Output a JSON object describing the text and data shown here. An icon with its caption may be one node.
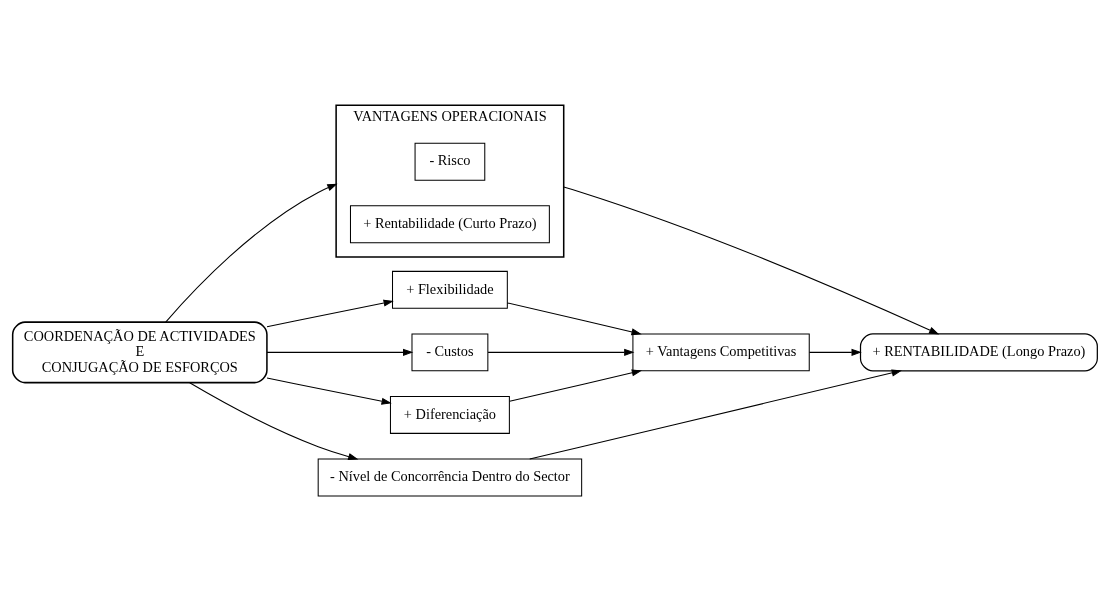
{
  "diagram": {
    "nodes": [
      {
        "text": [
          "COORDENAÇÃO DE ACTIVIDADES",
          "E",
          "CONJUGAÇÃO DE ESFORÇOS"
        ]
      },
      {
        "text": [
          "VANTAGENS OPERACIONAIS"
        ]
      },
      {
        "text": [
          "- Risco"
        ],
        "in": 1
      },
      {
        "text": [
          "+ Rentabilidade (Curto Prazo)"
        ],
        "in": 1
      },
      {
        "text": [
          "+ RENTABILIDADE (Longo Prazo)"
        ]
      },
      {
        "text": [
          "+ Flexibilidade"
        ]
      },
      {
        "text": [
          "- Custos"
        ]
      },
      {
        "text": [
          "+ Diferenciação"
        ]
      },
      {
        "text": [
          "+ Vantagens Competitivas"
        ]
      },
      {
        "text": [
          "- Nível de Concorrência Dentro do Sector"
        ]
      }
    ],
    "edges": [
      {
        "from": 0,
        "to": 1,
        "arrow": "to"
      },
      {
        "from": 1,
        "to": 4,
        "arrow": "to"
      },
      {
        "from": 0,
        "to": 5,
        "arrow": "to"
      },
      {
        "from": 0,
        "to": 6,
        "arrow": "to"
      },
      {
        "from": 0,
        "to": 7,
        "arrow": "to"
      },
      {
        "from": 5,
        "to": 8,
        "arrow": "to"
      },
      {
        "from": 6,
        "to": 8,
        "arrow": "to"
      },
      {
        "from": 7,
        "to": 8,
        "arrow": "to"
      },
      {
        "from": 8,
        "to": 4,
        "arrow": "to"
      },
      {
        "from": 0,
        "to": 9,
        "arrow": "to"
      },
      {
        "from": 9,
        "to": 4,
        "arrow": "to"
      }
    ]
  }
}
